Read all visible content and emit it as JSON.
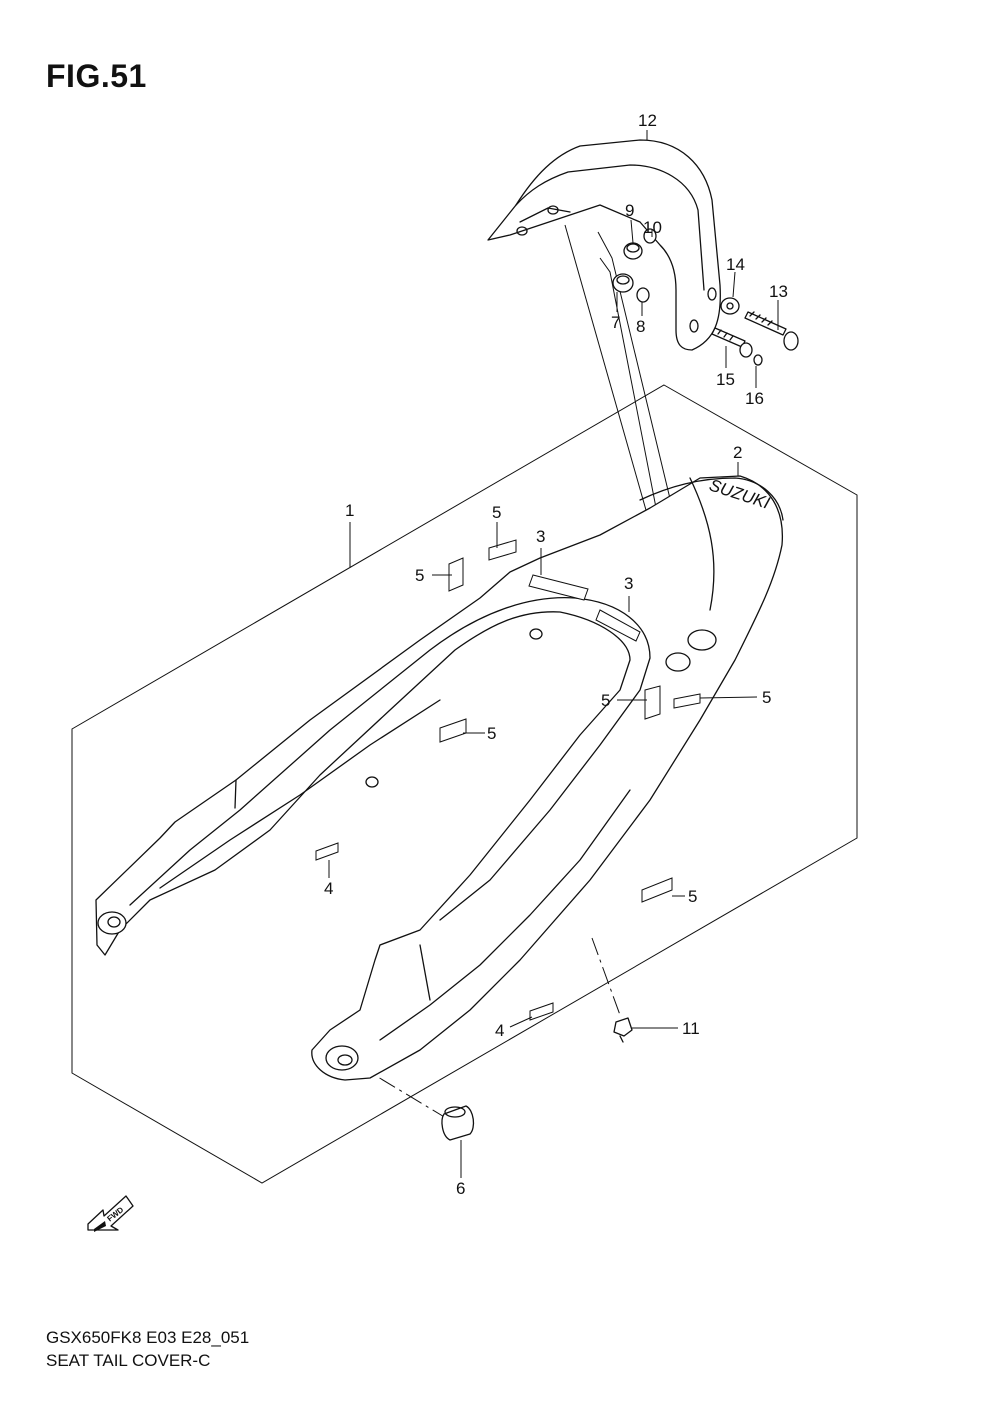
{
  "figure": {
    "title": "FIG.51"
  },
  "footer": {
    "model_line": "GSX650FK8 E03 E28_051",
    "caption": "SEAT TAIL COVER-C"
  },
  "brand_mark": "SUZUKI",
  "fwd_arrow_label": "FWD",
  "callouts": {
    "c1": "1",
    "c2": "2",
    "c3a": "3",
    "c3b": "3",
    "c4a": "4",
    "c4b": "4",
    "c5a": "5",
    "c5b": "5",
    "c5c": "5",
    "c5d": "5",
    "c5e": "5",
    "c5f": "5",
    "c6": "6",
    "c7": "7",
    "c8": "8",
    "c9": "9",
    "c10": "10",
    "c11": "11",
    "c12": "12",
    "c13": "13",
    "c14": "14",
    "c15": "15",
    "c16": "16"
  }
}
